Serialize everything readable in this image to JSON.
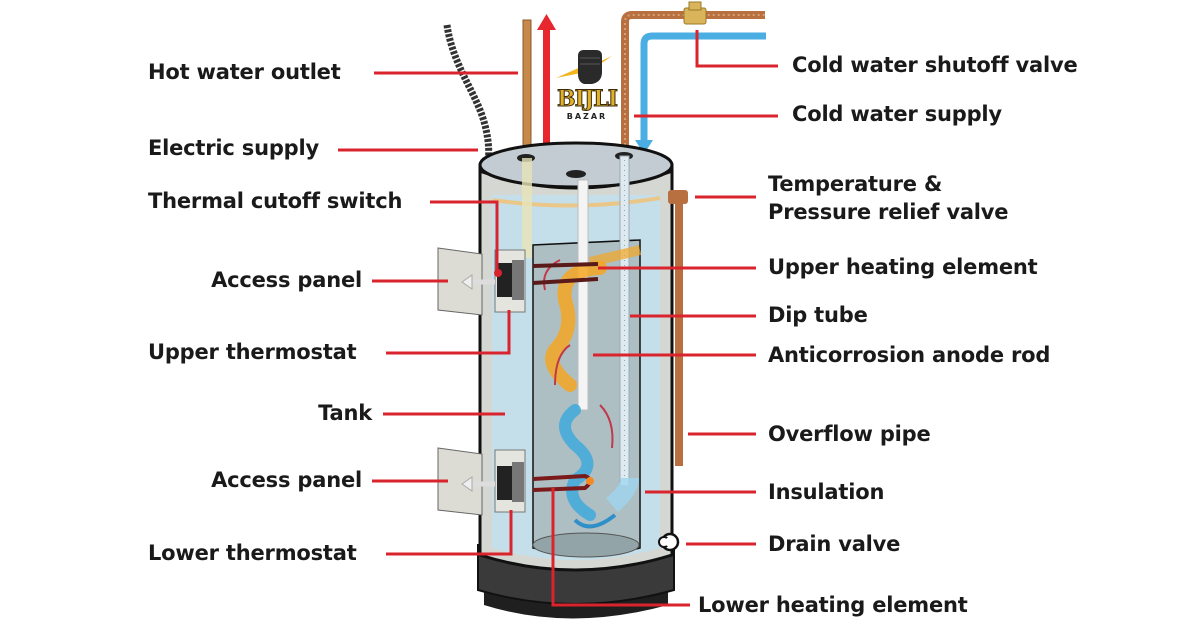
{
  "title": "Electric water heater parts diagram",
  "brand": {
    "name": "BIJLI",
    "sub": "BAZAR",
    "icon": "raised-fist-lightning-icon"
  },
  "labels_left": [
    {
      "id": "hot-water-outlet",
      "text": "Hot water outlet"
    },
    {
      "id": "electric-supply",
      "text": "Electric supply"
    },
    {
      "id": "thermal-cutoff-switch",
      "text": "Thermal cutoff switch"
    },
    {
      "id": "access-panel-upper",
      "text": "Access panel"
    },
    {
      "id": "upper-thermostat",
      "text": "Upper thermostat"
    },
    {
      "id": "tank",
      "text": "Tank"
    },
    {
      "id": "access-panel-lower",
      "text": "Access panel"
    },
    {
      "id": "lower-thermostat",
      "text": "Lower thermostat"
    }
  ],
  "labels_right": [
    {
      "id": "cold-water-shutoff-valve",
      "text": "Cold water shutoff valve"
    },
    {
      "id": "cold-water-supply",
      "text": "Cold water supply"
    },
    {
      "id": "temperature-pressure-relief-valve",
      "line1": "Temperature &",
      "line2": "Pressure relief valve"
    },
    {
      "id": "upper-heating-element",
      "text": "Upper heating element"
    },
    {
      "id": "dip-tube",
      "text": "Dip tube"
    },
    {
      "id": "anticorrosion-anode-rod",
      "text": "Anticorrosion anode rod"
    },
    {
      "id": "overflow-pipe",
      "text": "Overflow pipe"
    },
    {
      "id": "insulation",
      "text": "Insulation"
    },
    {
      "id": "drain-valve",
      "text": "Drain valve"
    },
    {
      "id": "lower-heating-element",
      "text": "Lower heating element"
    }
  ],
  "colors": {
    "leader": "#d9232d",
    "hot_arrow": "#e8262d",
    "cold_pipe": "#4aaee3",
    "copper": "#b87040",
    "tank_fill": "#c7dfe8",
    "tank_shell": "#d8d8d2",
    "base": "#2c2c2c",
    "heat": "#f5a623",
    "cool": "#3fa9dc"
  }
}
